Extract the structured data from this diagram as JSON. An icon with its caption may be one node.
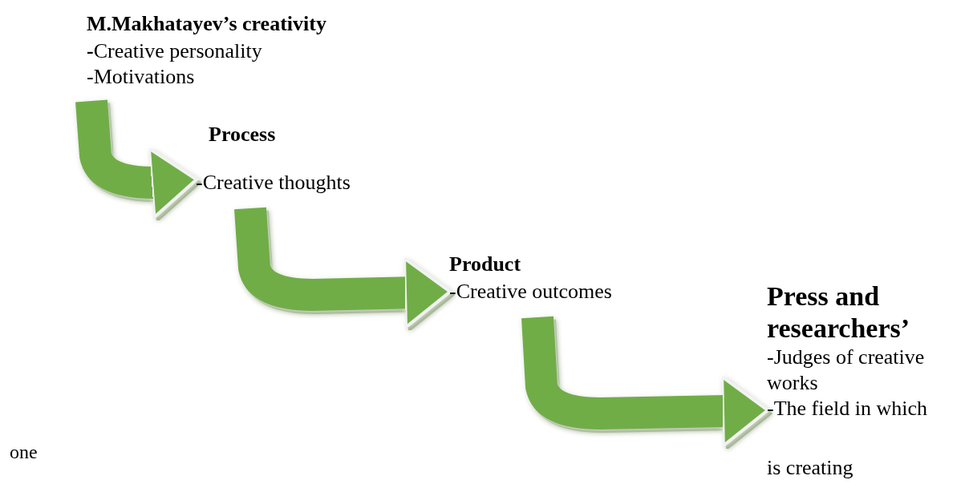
{
  "diagram": {
    "nodes": [
      {
        "text": [
          "M.Makhatayev’s creativity",
          "**-**Creative personality",
          "-Motivations"
        ]
      },
      {
        "text": [
          "Process",
          "-Creative thoughts"
        ]
      },
      {
        "text": [
          "Product",
          "-Creative outcomes"
        ]
      },
      {
        "text": [
          "Press and researchers’",
          "-Judges of creative works",
          "-The field in which",
          "is creating"
        ]
      }
    ],
    "edges": [
      {
        "from": 0,
        "to": 1,
        "arrow": "to"
      },
      {
        "from": 1,
        "to": 2,
        "arrow": "to"
      },
      {
        "from": 2,
        "to": 3,
        "arrow": "to"
      }
    ],
    "labels": [
      "one"
    ]
  }
}
